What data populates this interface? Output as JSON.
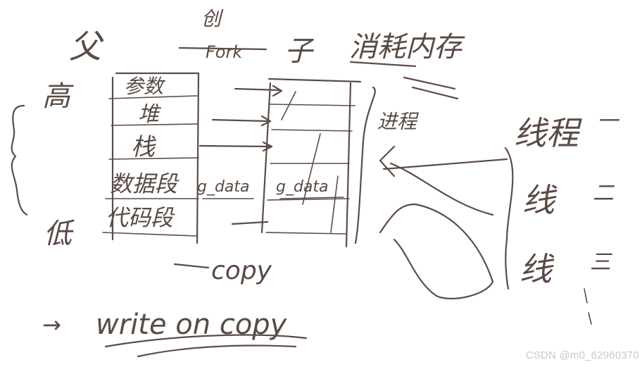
{
  "labels": {
    "parent": "父",
    "fork_top": "创",
    "fork": "Fork",
    "child": "子",
    "virtual_memory": "消耗内存",
    "high": "高",
    "low": "低",
    "seg_params": "参数",
    "seg_heap": "堆",
    "seg_stack": "栈",
    "seg_data": "数据段",
    "seg_code": "代码段",
    "g_data_left": "g_data",
    "g_data_right": "g_data",
    "process": "进程",
    "thread_a": "线程",
    "thread_b": "线",
    "thread_c": "线",
    "thread_mark_1": "一",
    "thread_mark_2": "二",
    "thread_mark_3": "三",
    "copy": "copy",
    "write_on_copy": "write on copy",
    "arrow_prefix": "→"
  },
  "watermark": "CSDN @m0_62960370"
}
